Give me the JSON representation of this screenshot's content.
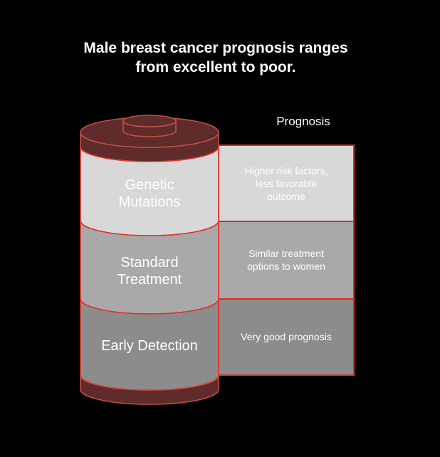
{
  "title": {
    "lines": [
      "Male breast cancer prognosis ranges",
      "from excellent to poor."
    ]
  },
  "prognosis": {
    "header": "Prognosis",
    "boxes": [
      {
        "lines": [
          "Higher risk factors,",
          "less favorable",
          "outcome"
        ],
        "fill": "#d8d8d8"
      },
      {
        "lines": [
          "Similar treatment",
          "options to women"
        ],
        "fill": "#a9a9a9"
      },
      {
        "lines": [
          "Very good prognosis"
        ],
        "fill": "#8c8c8c"
      }
    ]
  },
  "cylinder": {
    "sections": [
      {
        "lines": [
          "Genetic",
          "Mutations"
        ],
        "fill": "#d8d8d8"
      },
      {
        "lines": [
          "Standard",
          "Treatment"
        ],
        "fill": "#a9a9a9"
      },
      {
        "lines": [
          "Early Detection"
        ],
        "fill": "#8c8c8c"
      }
    ],
    "cap_fill": "#5f2b2b"
  },
  "colors": {
    "background": "#000000",
    "text": "#ffffff",
    "cap_fill": "#5f2b2b",
    "cap_outline": "#bf4f45",
    "section_border": "#e0352a",
    "box_border": "#d92e23",
    "section1_fill": "#d8d8d8",
    "section2_fill": "#a9a9a9",
    "section3_fill": "#8c8c8c"
  }
}
